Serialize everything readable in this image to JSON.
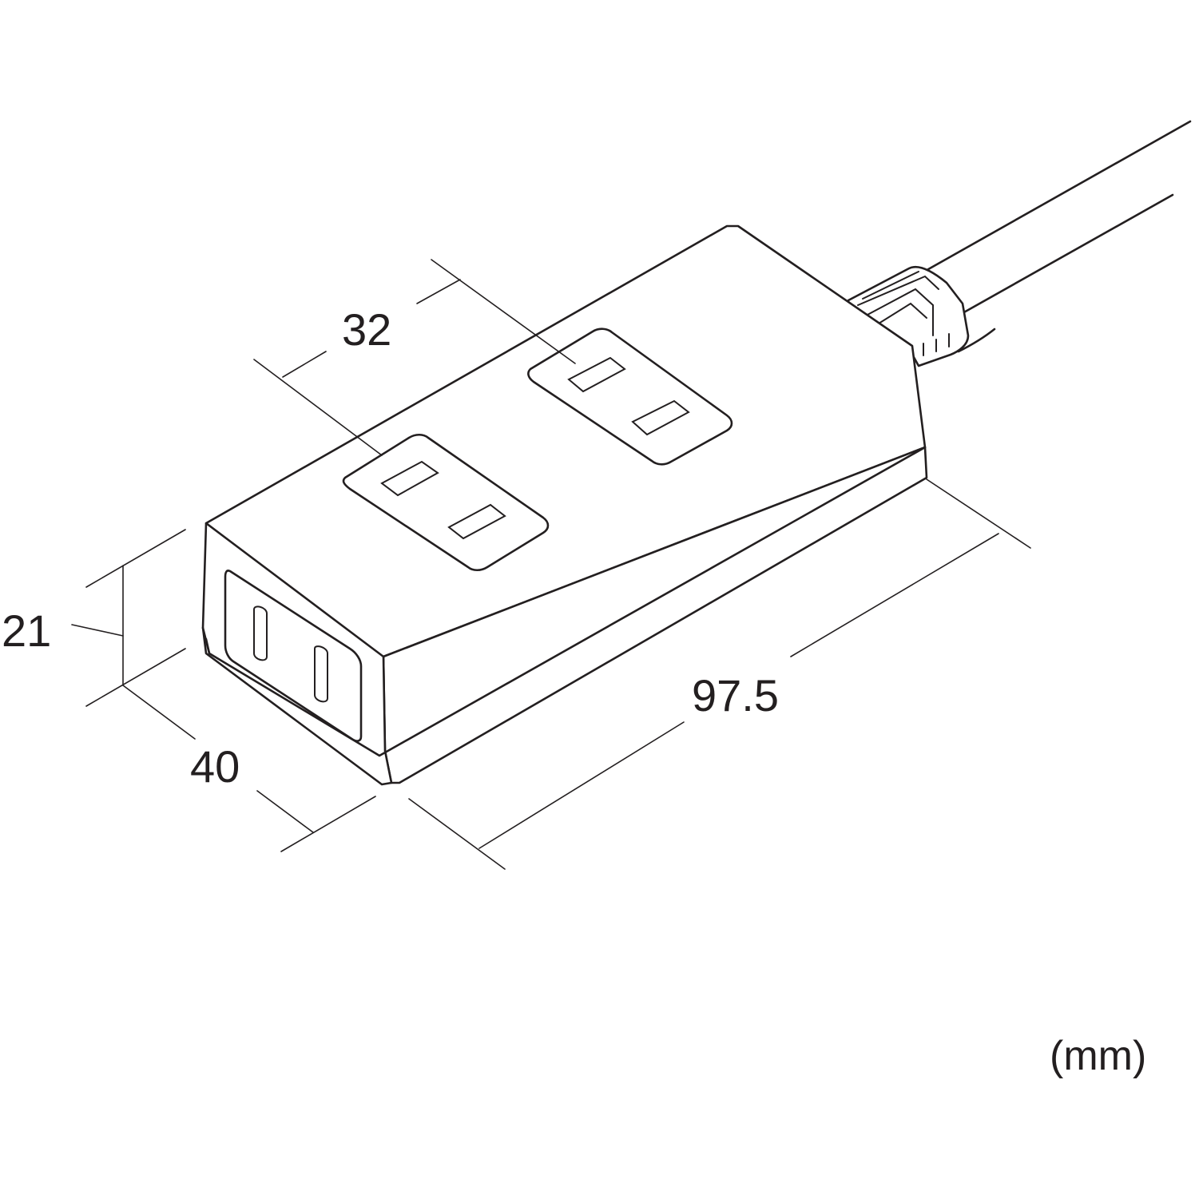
{
  "dimensions": {
    "outlet_pitch": "32",
    "height": "21",
    "width": "40",
    "length": "97.5"
  },
  "unit_label": "(mm)"
}
